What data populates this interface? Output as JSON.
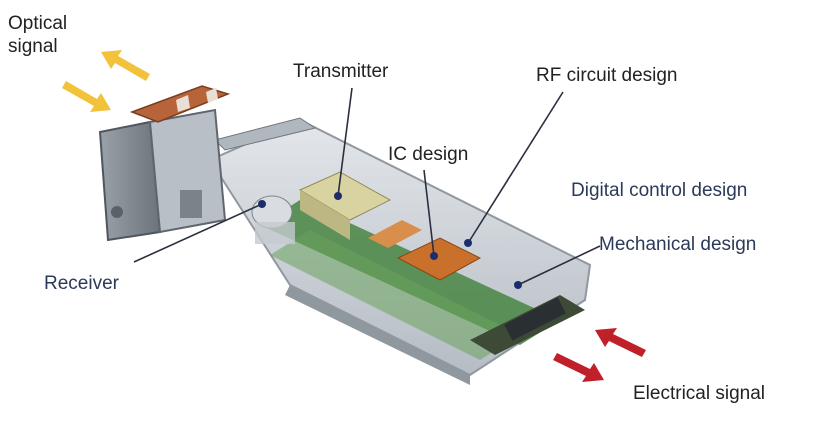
{
  "labels": {
    "optical_signal": "Optical signal",
    "electrical_signal": "Electrical signal",
    "transmitter": "Transmitter",
    "rf_circuit_design": "RF circuit design",
    "ic_design": "IC design",
    "digital_control_design": "Digital control design",
    "mechanical_design": "Mechanical design",
    "receiver": "Receiver"
  },
  "colors": {
    "optical_arrow": "#f2c23a",
    "electrical_arrow": "#c0202a",
    "pointer_dot": "#1f2c6b",
    "housing": "#c9cfd6",
    "pcb": "#4f8a4a",
    "transmitter_block": "#d8d3a0",
    "ic_chip": "#c8702c",
    "latch_copper": "#b8643a"
  }
}
